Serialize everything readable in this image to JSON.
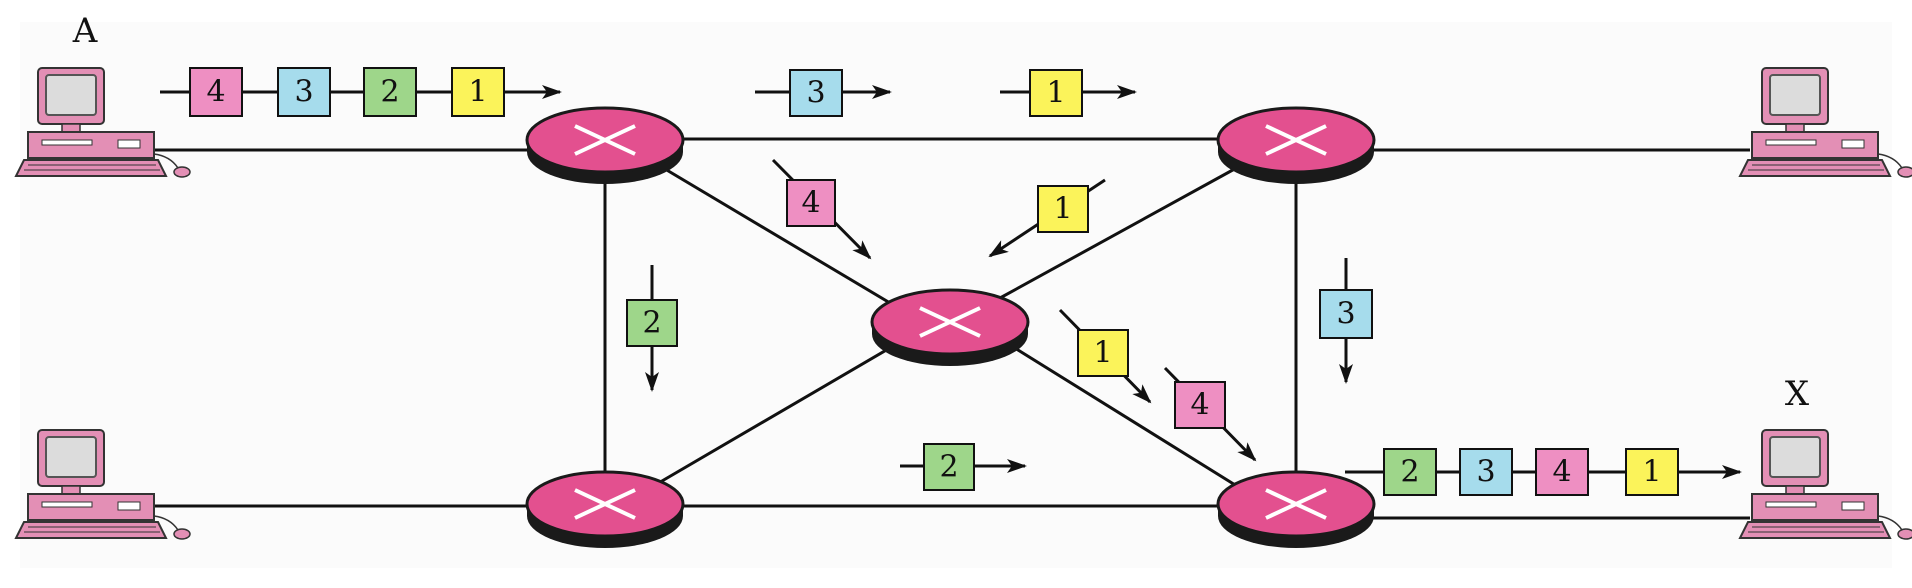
{
  "labels": {
    "sender": "A",
    "receiver": "X"
  },
  "colors": {
    "router": "#e3508f",
    "router_base": "#1a1a1a",
    "pkt_1": "#fbf35a",
    "pkt_2": "#9ed68a",
    "pkt_3": "#a6dcec",
    "pkt_4": "#ee8fc2",
    "computer": "#e38fb5"
  },
  "packets": {
    "source_queue": [
      "4",
      "3",
      "2",
      "1"
    ],
    "dest_queue": [
      "2",
      "3",
      "4",
      "1"
    ],
    "top_link_1": "3",
    "top_link_2": "1",
    "diag_down_left": "4",
    "diag_down_right": "1",
    "left_vertical": "2",
    "right_vertical": "3",
    "center_to_br_1": "1",
    "center_to_br_2": "4",
    "bottom_link": "2"
  }
}
